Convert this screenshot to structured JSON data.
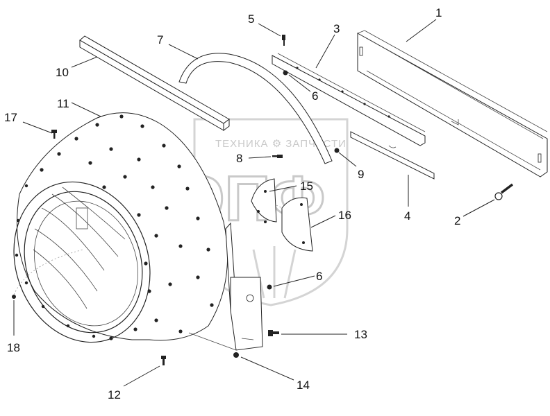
{
  "watermark": {
    "tagline": "ТЕХНИКА  ⚙  ЗАПЧАСТИ",
    "logo": "ЭПФ"
  },
  "callouts": [
    {
      "id": "1",
      "text": "1"
    },
    {
      "id": "2",
      "text": "2"
    },
    {
      "id": "3",
      "text": "3"
    },
    {
      "id": "4",
      "text": "4"
    },
    {
      "id": "5",
      "text": "5"
    },
    {
      "id": "6a",
      "text": "6"
    },
    {
      "id": "6b",
      "text": "6"
    },
    {
      "id": "7",
      "text": "7"
    },
    {
      "id": "8",
      "text": "8"
    },
    {
      "id": "9",
      "text": "9"
    },
    {
      "id": "10",
      "text": "10"
    },
    {
      "id": "11",
      "text": "11"
    },
    {
      "id": "12",
      "text": "12"
    },
    {
      "id": "13",
      "text": "13"
    },
    {
      "id": "14",
      "text": "14"
    },
    {
      "id": "15",
      "text": "15"
    },
    {
      "id": "16",
      "text": "16"
    },
    {
      "id": "17",
      "text": "17"
    },
    {
      "id": "18",
      "text": "18"
    }
  ]
}
